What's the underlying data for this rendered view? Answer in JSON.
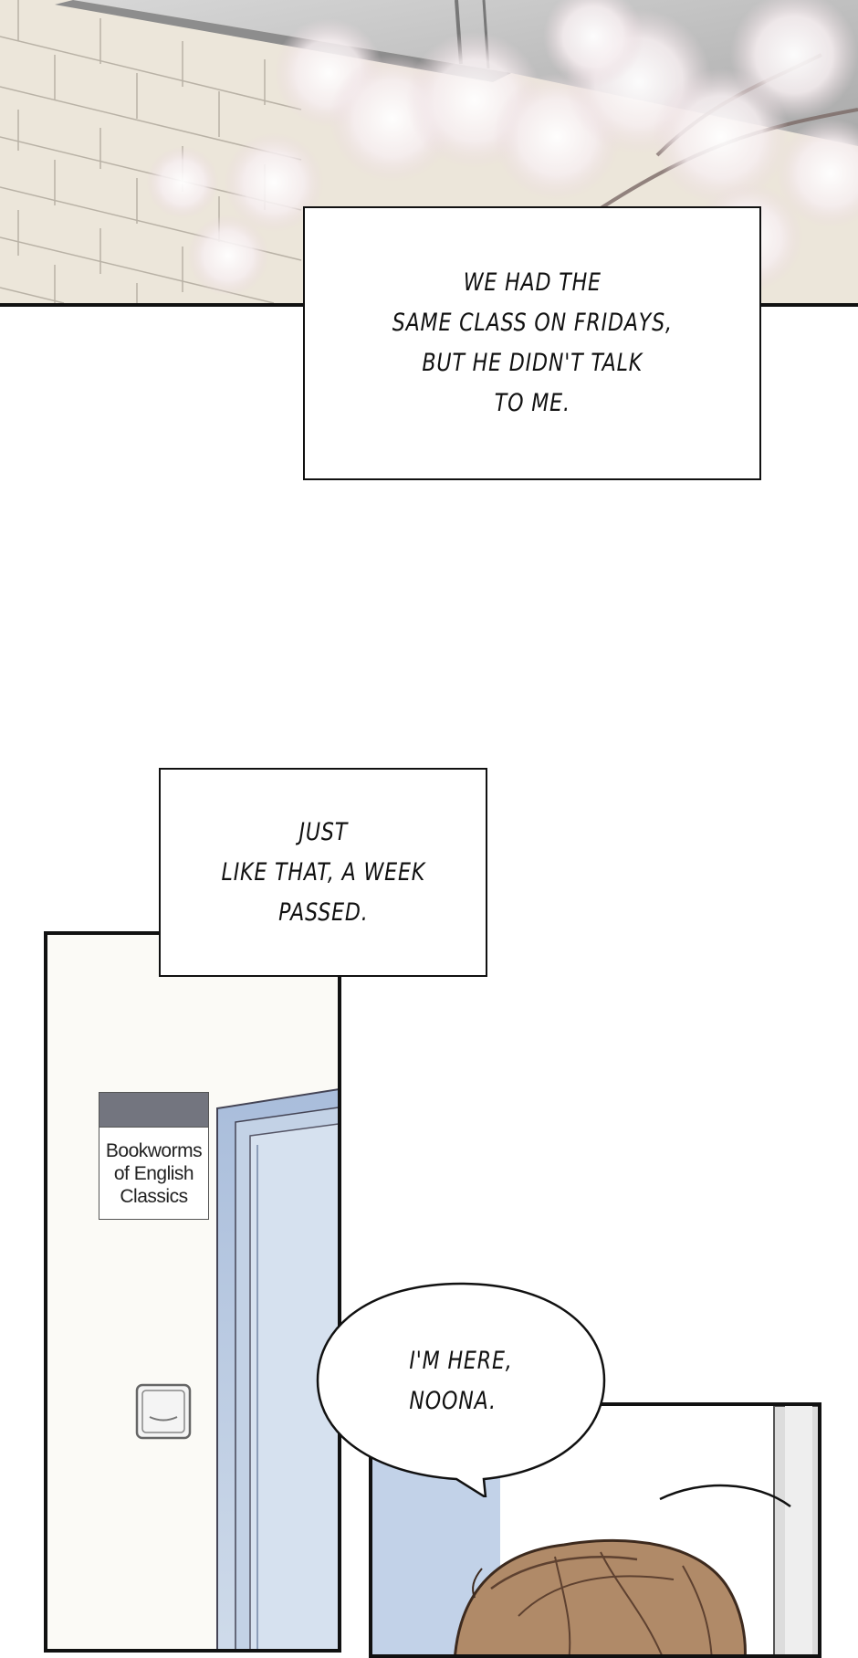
{
  "captions": {
    "first": "WE HAD THE\nSAME CLASS ON FRIDAYS,\nBUT HE DIDN'T TALK\nTO ME.",
    "second": "JUST\nLIKE THAT, A WEEK\nPASSED."
  },
  "sign": {
    "text": "Bookworms\nof English\nClassics"
  },
  "speech": {
    "text": "I'M HERE,\nNOONA."
  },
  "colors": {
    "wall_tile": "#ece6da",
    "door_blue": "#b9cbe3",
    "hair_brown": "#b08a68",
    "ink": "#111111"
  }
}
